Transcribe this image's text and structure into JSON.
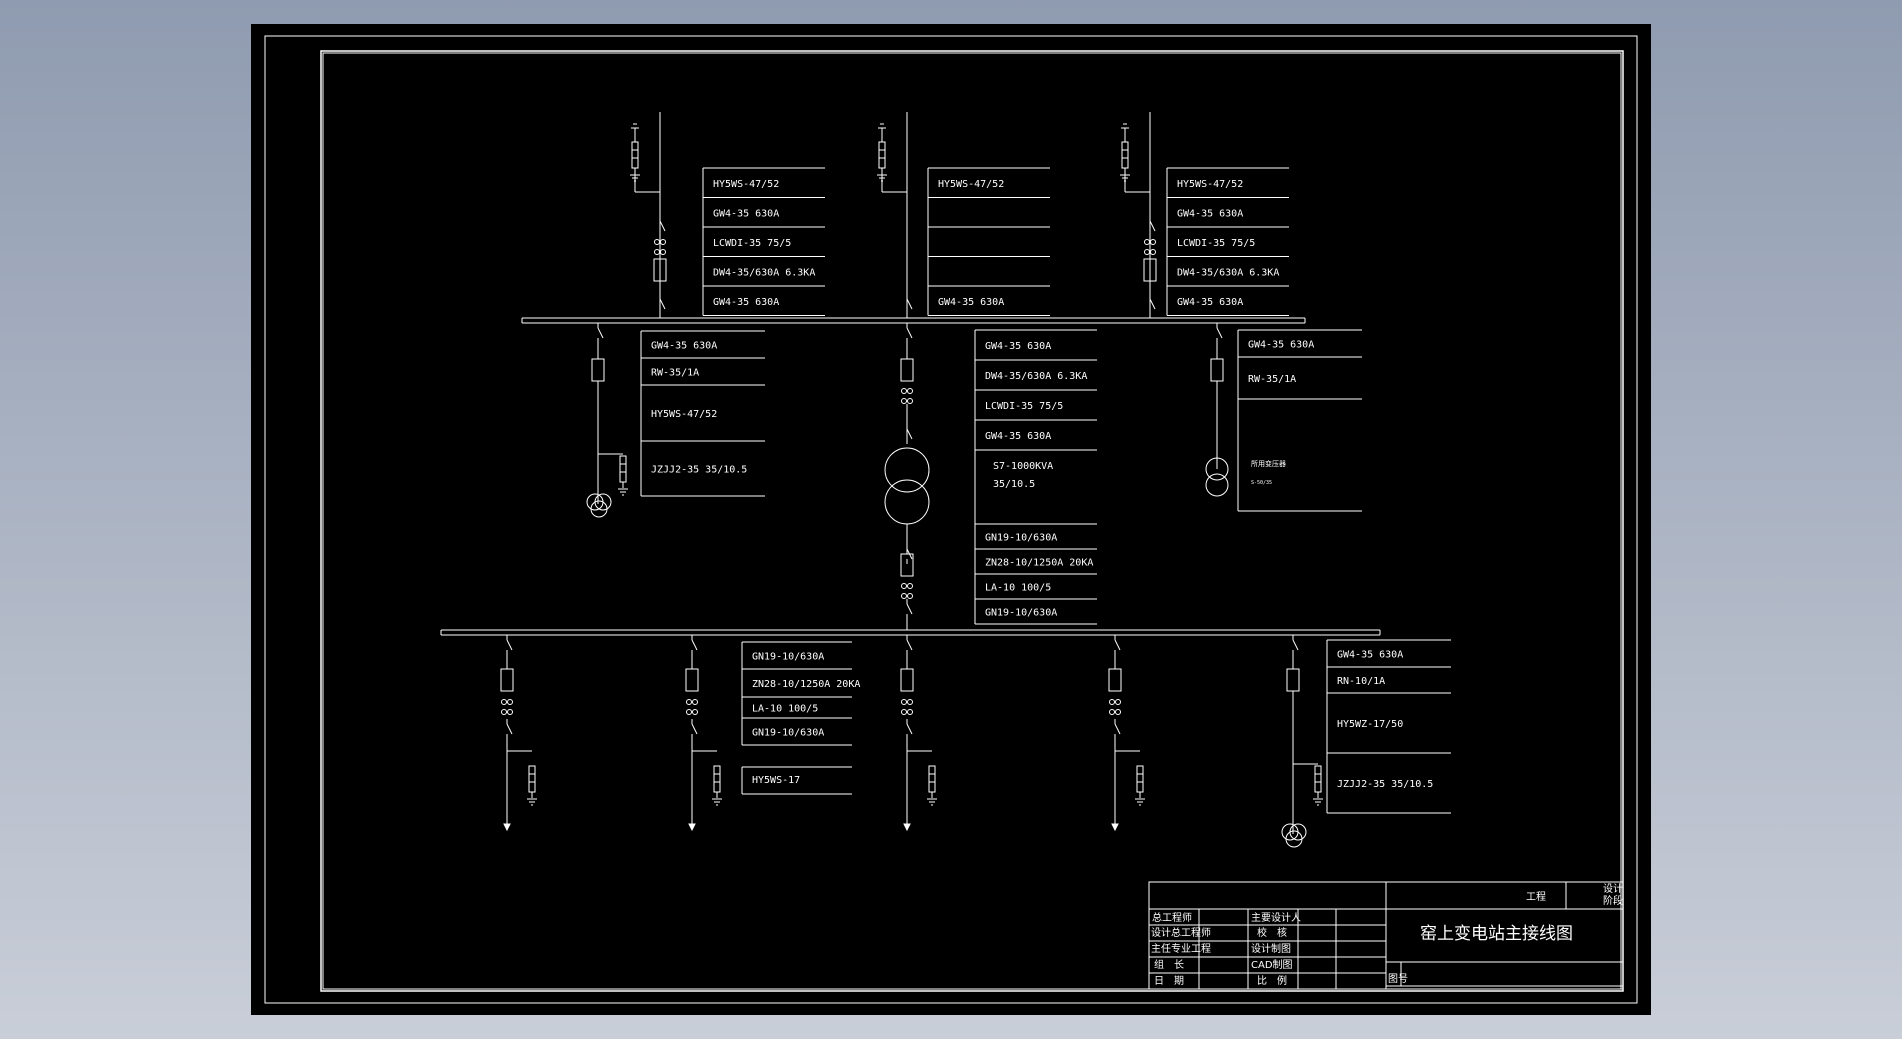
{
  "colors": {
    "background": "#000000",
    "line": "#ffffff",
    "canvas_bg": "#a8b1c2"
  },
  "feeders_top": [
    [
      "HY5WS-47/52",
      "GW4-35   630A",
      "LCWDI-35     75/5",
      "DW4-35/630A  6.3KA",
      "GW4-35   630A"
    ],
    [
      "HY5WS-47/52",
      "",
      "",
      "",
      "GW4-35   630A"
    ],
    [
      "HY5WS-47/52",
      "GW4-35   630A",
      "LCWDI-35     75/5",
      "DW4-35/630A  6.3KA",
      "GW4-35   630A"
    ]
  ],
  "left_pt": [
    "GW4-35   630A",
    "RW-35/1A",
    "HY5WS-47/52",
    "JZJJ2-35     35/10.5"
  ],
  "main_transformer": [
    "GW4-35   630A",
    "DW4-35/630A 6.3KA",
    "LCWDI-35     75/5",
    "GW4-35   630A",
    "S7-1000KVA",
    "35/10.5",
    "GN19-10/630A",
    "ZN28-10/1250A   20KA",
    "LA-10    100/5",
    "GN19-10/630A"
  ],
  "right_station_transformer": [
    "GW4-35   630A",
    "RW-35/1A",
    "所用变压器",
    "S-50/35"
  ],
  "lv_feeder": [
    "GN19-10/630A",
    "ZN28-10/1250A  20KA",
    "LA-10    100/5",
    "GN19-10/630A",
    "HY5WS-17"
  ],
  "lv_pt": [
    "GW4-35   630A",
    "RN-10/1A",
    "HY5WZ-17/50",
    "JZJJ2-35     35/10.5"
  ],
  "title_block": {
    "project": "工程",
    "design_stage": [
      "设计",
      "阶段"
    ],
    "drawing_title": "窑上变电站主接线图",
    "drawing_no_label": "图号",
    "left_roles": [
      "总工程师",
      "设计总工程师",
      "主任专业工程",
      "组　长",
      "日　期"
    ],
    "mid_roles": [
      "主要设计人",
      "校　核",
      "设计制图",
      "CAD制图",
      "比　例"
    ]
  }
}
